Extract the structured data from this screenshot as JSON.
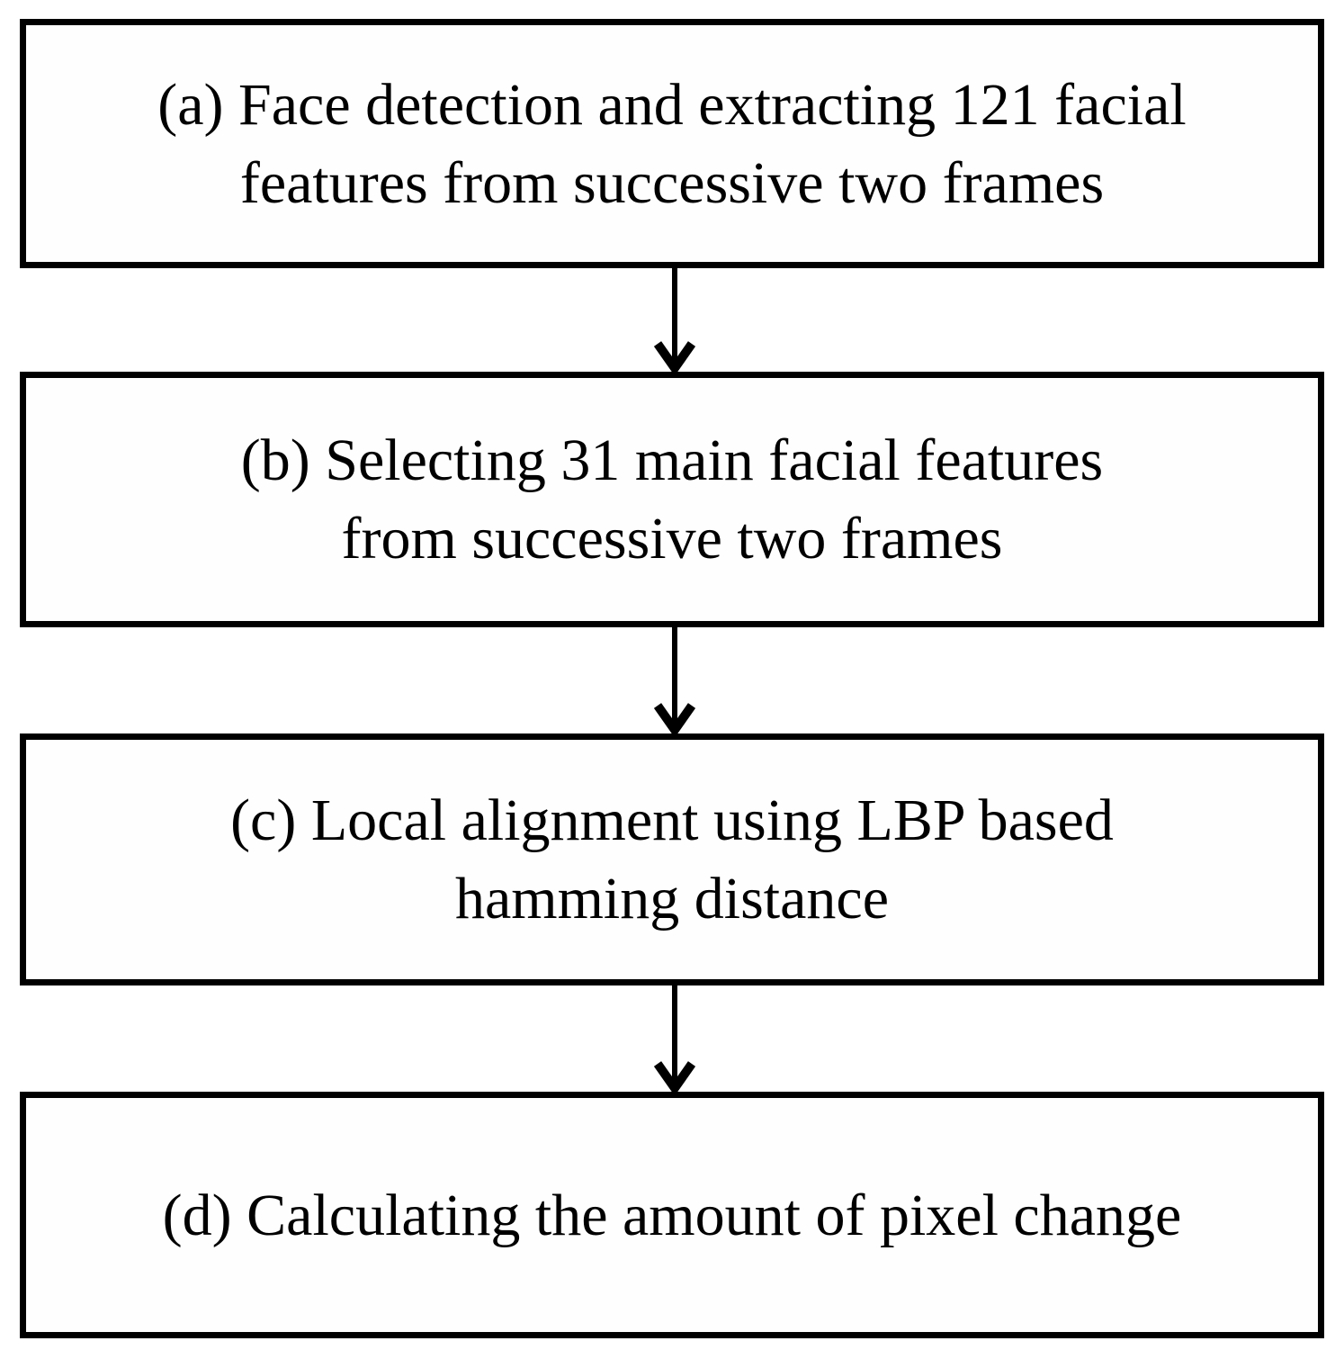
{
  "diagram": {
    "title": "Facial feature processing pipeline flowchart",
    "background_color": "#ffffff",
    "box_border_color": "#000000",
    "text_color": "#000000",
    "boxes": [
      {
        "id": "a",
        "lines": [
          "(a) Face detection and extracting 121 facial",
          "features from successive two frames"
        ]
      },
      {
        "id": "b",
        "lines": [
          "(b) Selecting 31 main facial features",
          "from successive two frames"
        ]
      },
      {
        "id": "c",
        "lines": [
          "(c) Local alignment using LBP based",
          "hamming distance"
        ]
      },
      {
        "id": "d",
        "lines": [
          "(d) Calculating the amount of pixel change"
        ]
      }
    ],
    "arrows": [
      {
        "from": "a",
        "to": "b",
        "direction": "down"
      },
      {
        "from": "b",
        "to": "c",
        "direction": "down"
      },
      {
        "from": "c",
        "to": "d",
        "direction": "down"
      }
    ]
  }
}
